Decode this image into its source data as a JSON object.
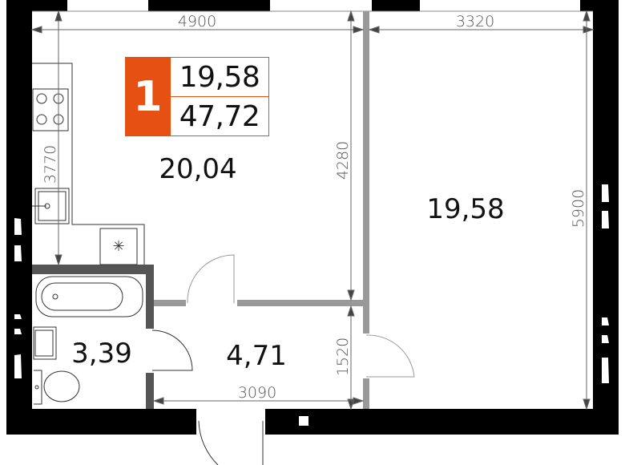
{
  "plan": {
    "rooms_count": "1",
    "living_area": "19,58",
    "total_area": "47,72",
    "colors": {
      "accent": "#E65012",
      "exterior_wall": "#000000",
      "partition": "#999999",
      "bath_partition": "#555555",
      "dimension_line": "#666666"
    }
  },
  "rooms": [
    {
      "id": "kitchen",
      "area": "20,04"
    },
    {
      "id": "bedroom",
      "area": "19,58"
    },
    {
      "id": "bathroom",
      "area": "3,39"
    },
    {
      "id": "hallway",
      "area": "4,71"
    }
  ],
  "dimensions": {
    "kitchen_width": "4900",
    "bedroom_width": "3320",
    "kitchen_depth": "3770",
    "kitchen_height": "4280",
    "bedroom_height": "5900",
    "hallway_height": "1520",
    "hallway_width": "3090"
  }
}
